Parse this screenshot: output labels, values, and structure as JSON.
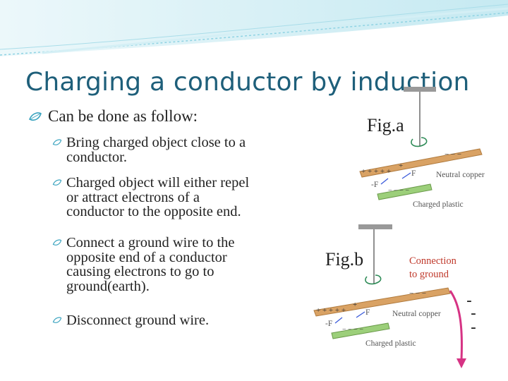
{
  "title": "Charging a conductor by induction",
  "lead": "Can be done as follow:",
  "steps": [
    {
      "line1": "Bring charged object close to a",
      "line2": "conductor."
    },
    {
      "line1": "Charged object will either repel",
      "line2": "or attract electrons of a",
      "line3": "conductor to the opposite end."
    },
    {
      "line1": "Connect a ground wire to the",
      "line2": "opposite end of a conductor",
      "line3": "causing electrons to go to",
      "line4": "ground(earth)."
    },
    {
      "line1": "Disconnect ground wire."
    }
  ],
  "figure_a": {
    "label": "Fig.a",
    "conductor_label": "Neutral copper",
    "plastic_label": "Charged plastic",
    "force_label": "F",
    "force_label_2": "-F"
  },
  "figure_b": {
    "label": "Fig.b",
    "conductor_label": "Neutral copper",
    "plastic_label": "Charged plastic",
    "force_label": "F",
    "force_label_2": "-F",
    "connection_line1": "Connection",
    "connection_line2": "to ground",
    "minus_marks": [
      "-",
      "-",
      "-"
    ]
  },
  "colors": {
    "title": "#1e5f7a",
    "connection_text": "#c0392b",
    "ground_wire": "#d63384"
  }
}
